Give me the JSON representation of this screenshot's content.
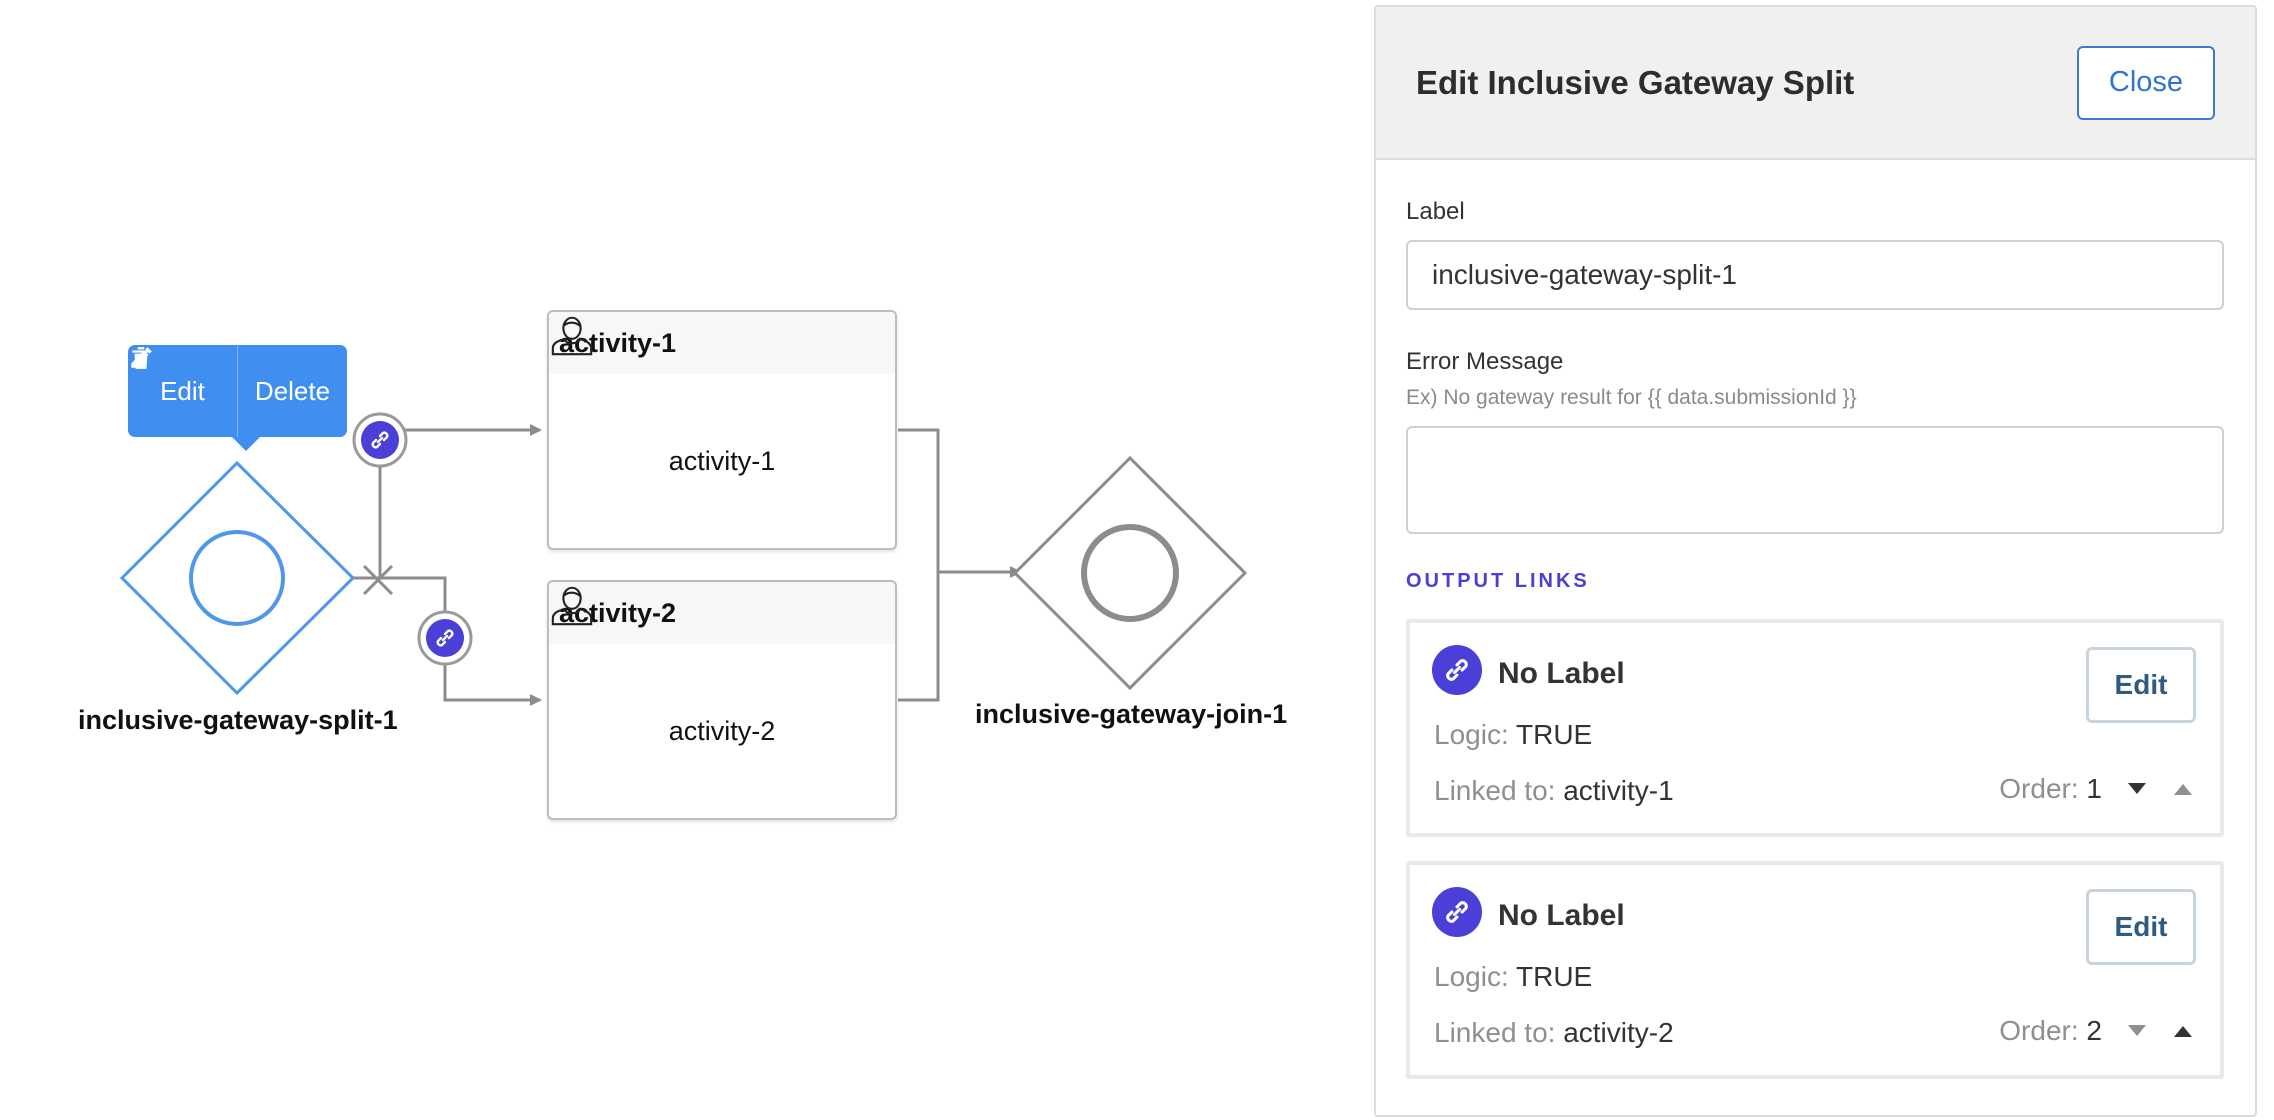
{
  "canvas": {
    "toolbar": {
      "edit_label": "Edit",
      "delete_label": "Delete"
    },
    "gateway_split_label": "inclusive-gateway-split-1",
    "gateway_join_label": "inclusive-gateway-join-1",
    "activities": [
      {
        "title": "activity-1",
        "body": "activity-1"
      },
      {
        "title": "activity-2",
        "body": "activity-2"
      }
    ]
  },
  "panel": {
    "title": "Edit Inclusive Gateway Split",
    "close_label": "Close",
    "label_field": {
      "label": "Label",
      "value": "inclusive-gateway-split-1"
    },
    "error_field": {
      "label": "Error Message",
      "hint": "Ex) No gateway result for {{ data.submissionId }}",
      "value": ""
    },
    "section_title": "OUTPUT LINKS",
    "links": [
      {
        "name": "No Label",
        "logic_label": "Logic:",
        "logic": "TRUE",
        "linked_label": "Linked to:",
        "linked": "activity-1",
        "order_label": "Order:",
        "order": "1",
        "edit_label": "Edit"
      },
      {
        "name": "No Label",
        "logic_label": "Logic:",
        "logic": "TRUE",
        "linked_label": "Linked to:",
        "linked": "activity-2",
        "order_label": "Order:",
        "order": "2",
        "edit_label": "Edit"
      }
    ]
  },
  "colors": {
    "accent_blue": "#3f8ef0",
    "link_purple": "#4a3fd6",
    "connector_gray": "#8c8c8f"
  }
}
